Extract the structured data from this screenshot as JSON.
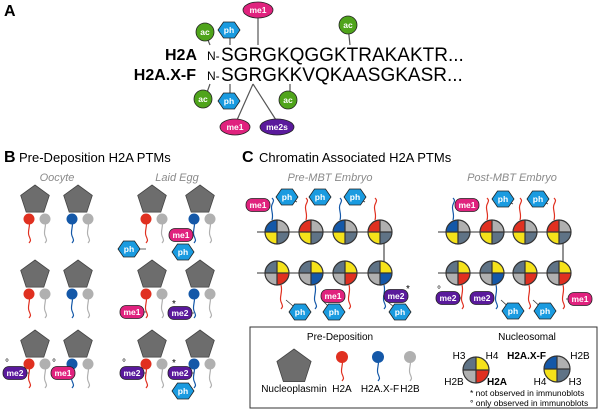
{
  "colors": {
    "ac": "#4fa41b",
    "ph": "#1a9be0",
    "me1": "#e0227e",
    "me2": "#5a1a9c",
    "h2a": "#e03020",
    "h2axf": "#1458a8",
    "h2b": "#b0b0b0",
    "h3": "#5f7386",
    "h4": "#f5e21a",
    "nucleoplasmin": "#6d6d6d"
  },
  "panel_a": {
    "letter": "A",
    "h2a_label": "H2A",
    "h2a_nterm": "N-",
    "h2a_seq": "SGRGKQGGKTRAKAKTR...",
    "h2axf_label": "H2A.X-F",
    "h2axf_nterm": "N-",
    "h2axf_seq": "SGRGKKVQKAASGKASR...",
    "h2a_mods": [
      "ac",
      "ph",
      "me1",
      "ac"
    ],
    "h2axf_mods": [
      "ac",
      "ph",
      "ac",
      "me1",
      "me2s"
    ]
  },
  "panel_b": {
    "letter": "B",
    "title": "Pre-Deposition H2A PTMs",
    "groups": [
      "Oocyte",
      "Laid Egg"
    ],
    "mods": [
      "ph",
      "me1",
      "ph",
      "me1",
      "me2",
      "me2",
      "me1",
      "me2",
      "me2",
      "ph"
    ],
    "marks": [
      "*",
      "°",
      "°",
      "°",
      "*"
    ]
  },
  "panel_c": {
    "letter": "C",
    "title": "Chromatin Associated H2A PTMs",
    "groups": [
      "Pre-MBT Embryo",
      "Post-MBT Embryo"
    ],
    "mods": [
      "me1",
      "ph",
      "ph",
      "ph",
      "me1",
      "ph",
      "ph",
      "ph",
      "me1",
      "ph",
      "me2",
      "ph",
      "me2",
      "me2",
      "ph",
      "ph",
      "me1"
    ],
    "marks": [
      "*",
      "°"
    ]
  },
  "legend": {
    "predeposition_title": "Pre-Deposition",
    "items": [
      "Nucleoplasmin",
      "H2A",
      "H2A.X-F",
      "H2B"
    ],
    "nucleosomal_title": "Nucleosomal",
    "nuc1": {
      "tl": "H3",
      "tr": "H4",
      "bl": "H2B",
      "br": "H2A"
    },
    "nuc2": {
      "tl": "H2A.X-F",
      "tr": "H2B",
      "bl": "H4",
      "br": "H3"
    },
    "notes": [
      "* not observed in immunoblots",
      "° only observed in immunoblots"
    ]
  }
}
